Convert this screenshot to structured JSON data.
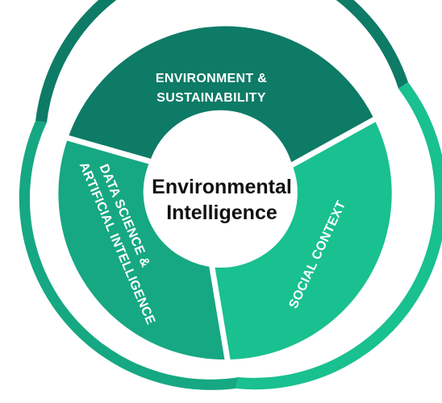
{
  "center": {
    "line1": "Environmental",
    "line2": "Intelligence"
  },
  "segments": {
    "environment": {
      "line1": "ENVIRONMENT &",
      "line2": "SUSTAINABILITY",
      "color": "#0e7b66"
    },
    "social": {
      "line1": "SOCIAL CONTEXT",
      "color": "#19c090"
    },
    "data_science": {
      "line1": "DATA SCIENCE &",
      "line2": "ARTIFICIAL INTELLIGENCE",
      "color": "#16a882"
    }
  },
  "colors": {
    "outer_ring_env": "#0e7b66",
    "outer_ring_social": "#19c090",
    "outer_ring_ds": "#16a882",
    "separator": "#ffffff",
    "center_fill": "#ffffff"
  }
}
